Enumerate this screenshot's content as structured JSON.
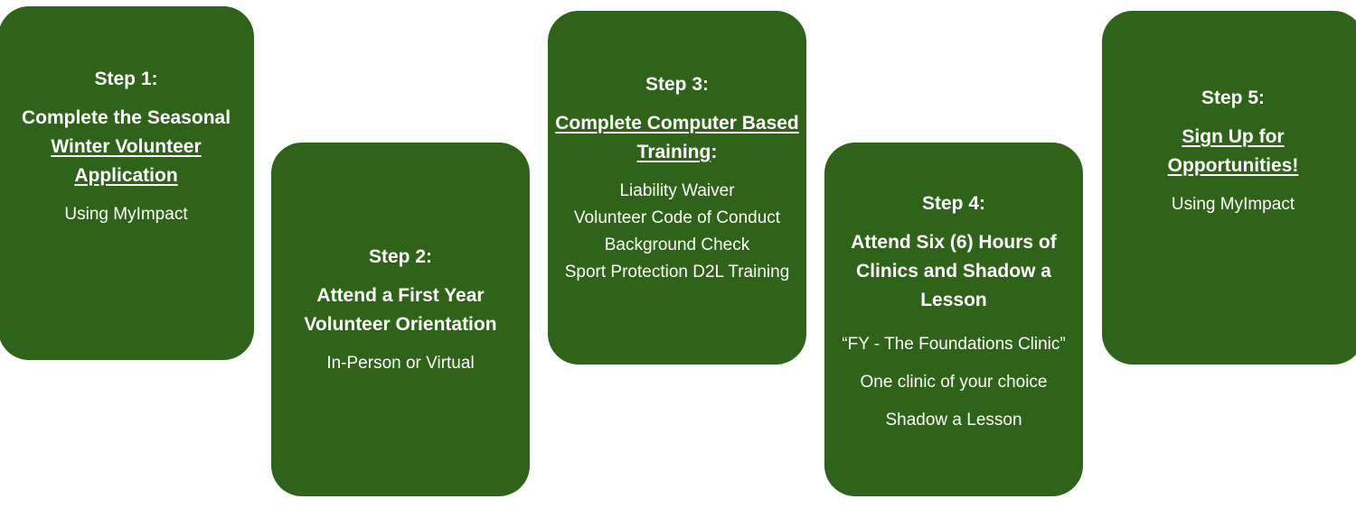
{
  "brand_color": "#2e6319",
  "steps": [
    {
      "label": "Step 1:",
      "title_plain": "Complete the Seasonal",
      "title_link": "Winter Volunteer Application",
      "sub": "Using MyImpact"
    },
    {
      "label": "Step 2:",
      "title_plain": "Attend a First Year Volunteer Orientation",
      "sub": "In-Person or Virtual"
    },
    {
      "label": "Step 3:",
      "title_link": "Complete Computer Based Training",
      "title_suffix": ":",
      "items": [
        "Liability Waiver",
        "Volunteer Code of Conduct",
        "Background Check",
        "Sport Protection D2L Training"
      ]
    },
    {
      "label": "Step 4:",
      "title_plain": "Attend Six (6) Hours of Clinics and Shadow a Lesson",
      "items": [
        "“FY - The Foundations Clinic”",
        "One clinic of your choice",
        "Shadow a Lesson"
      ]
    },
    {
      "label": "Step 5:",
      "title_link": "Sign Up for Opportunities!",
      "sub": "Using MyImpact"
    }
  ]
}
